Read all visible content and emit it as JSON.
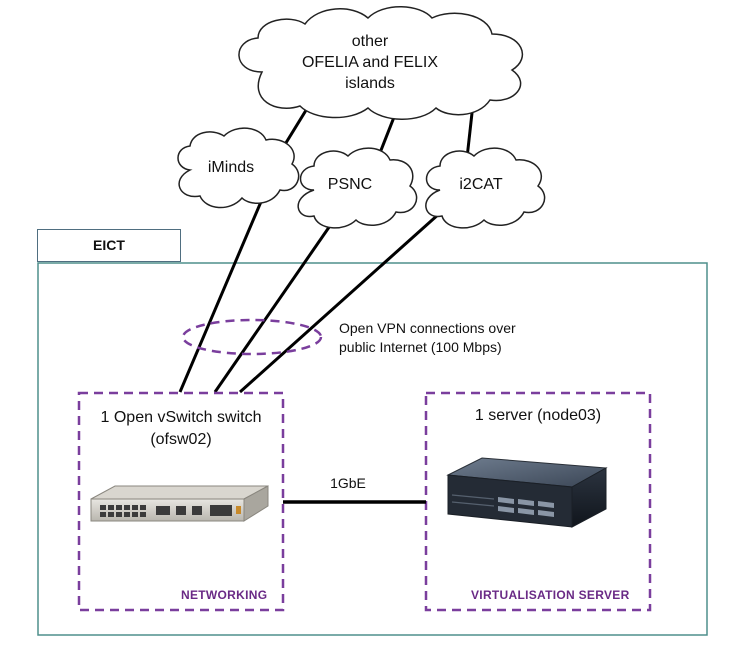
{
  "clouds": {
    "top": {
      "lines": [
        "other",
        "OFELIA and FELIX",
        "islands"
      ]
    },
    "iminds": {
      "label": "iMinds"
    },
    "psnc": {
      "label": "PSNC"
    },
    "i2cat": {
      "label": "i2CAT"
    }
  },
  "site": {
    "label": "EICT"
  },
  "vpn": {
    "lines": [
      "Open VPN connections over",
      "public Internet (100 Mbps)"
    ]
  },
  "networking": {
    "title_lines": [
      "1 Open vSwitch switch",
      "(ofsw02)"
    ],
    "tag": "NETWORKING"
  },
  "server": {
    "title": "1 server (node03)",
    "tag": "VIRTUALISATION SERVER"
  },
  "link": {
    "label": "1GbE"
  },
  "colors": {
    "purple": "#7a3e9d",
    "teal_border": "#4e8f8c",
    "tab_border": "#4f6e80"
  }
}
